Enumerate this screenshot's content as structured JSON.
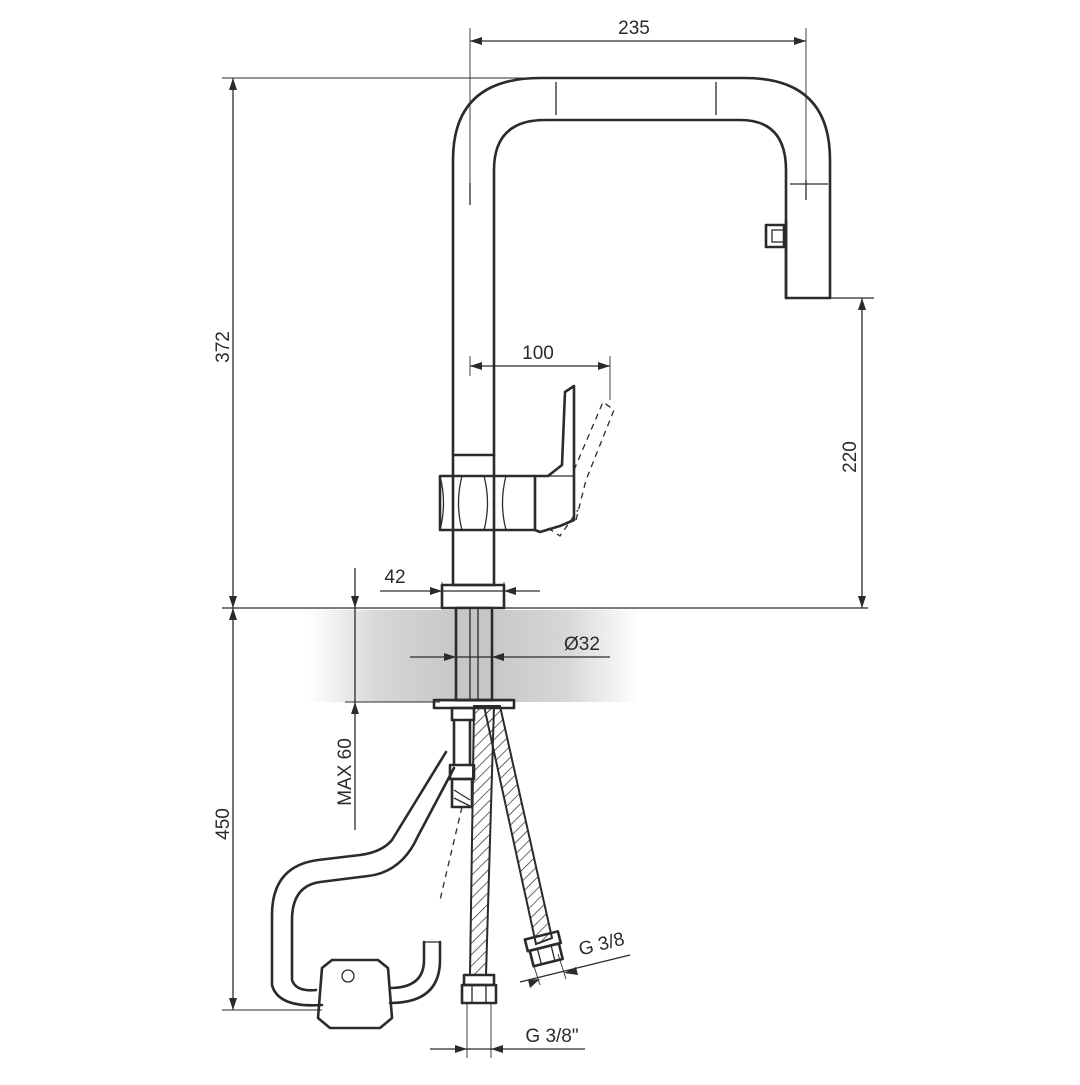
{
  "dimensions": {
    "spout_reach": "235",
    "total_height": "372",
    "lever_length": "100",
    "spout_outlet_height": "220",
    "base_diameter": "42",
    "hole_diameter": "Ø32",
    "max_counter_thickness": "MAX 60",
    "under_counter_length": "450",
    "hose_thread_right": "G 3/8",
    "hose_thread_bottom": "G 3/8\""
  },
  "colors": {
    "line": "#2b2b2b",
    "countertop_shade": "#c8c8c8"
  }
}
